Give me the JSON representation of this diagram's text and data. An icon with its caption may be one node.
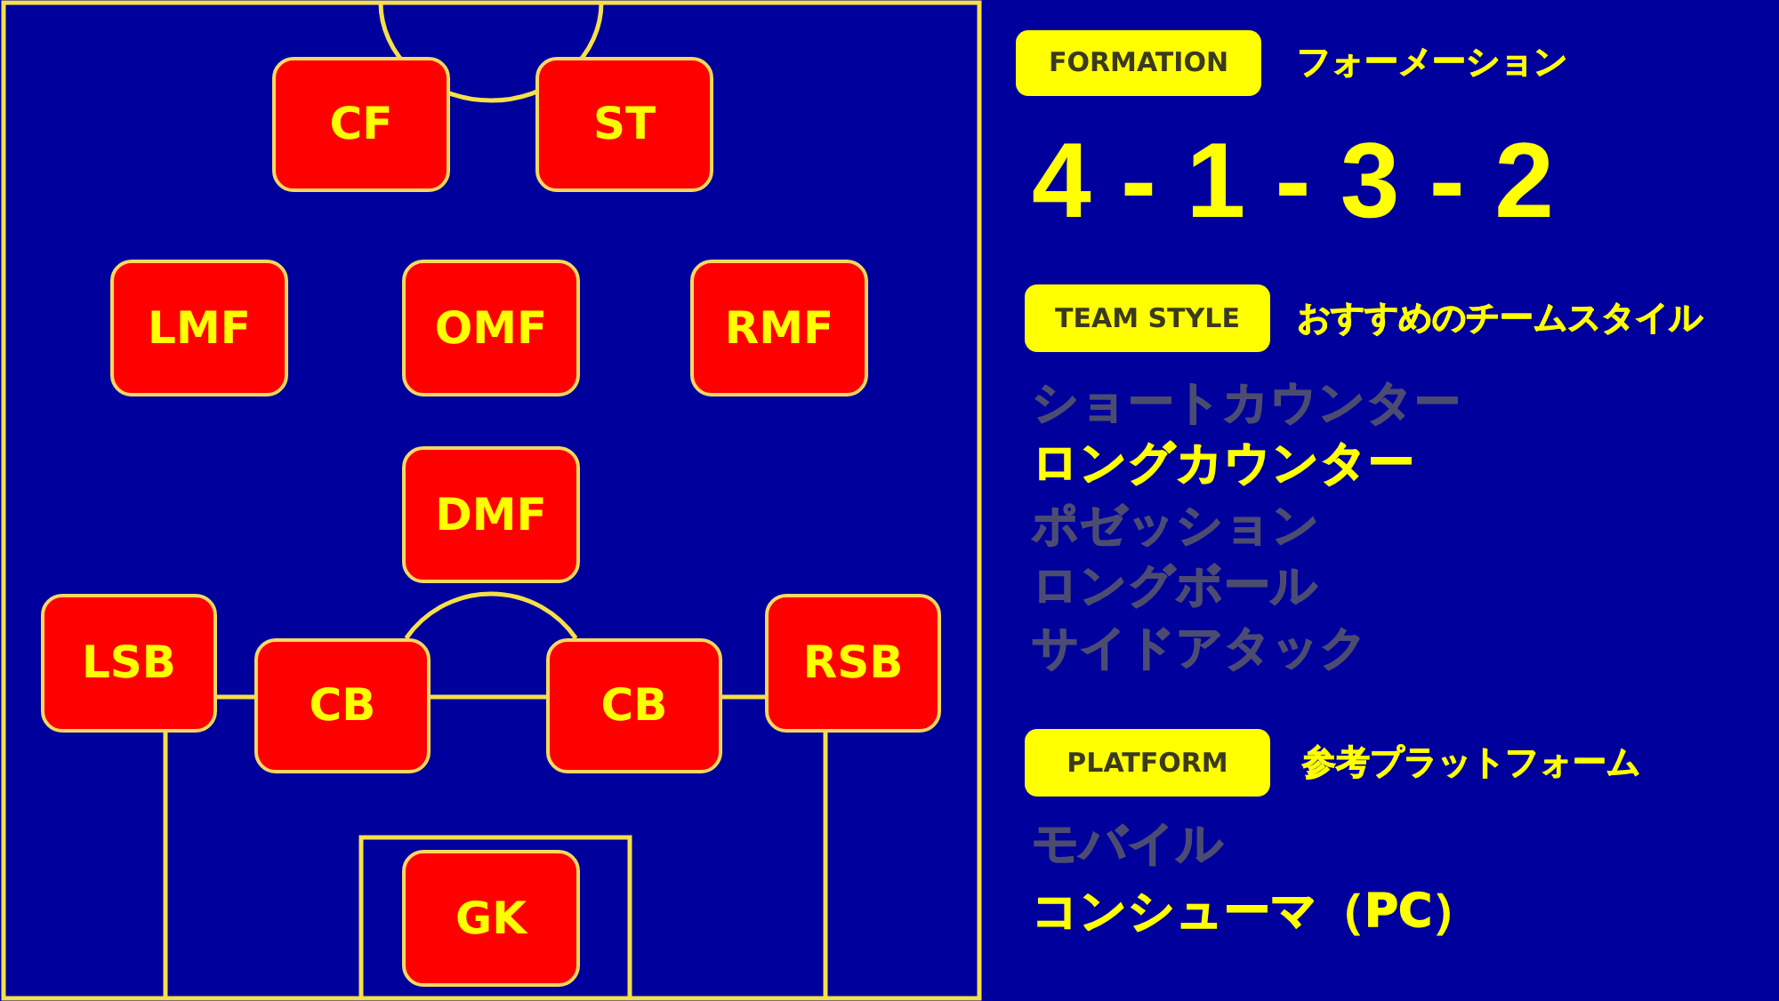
{
  "diagram": {
    "nodes": [
      {
        "text": [
          "CF"
        ]
      },
      {
        "text": [
          "ST"
        ]
      },
      {
        "text": [
          "LMF"
        ]
      },
      {
        "text": [
          "OMF"
        ]
      },
      {
        "text": [
          "RMF"
        ]
      },
      {
        "text": [
          "DMF"
        ]
      },
      {
        "text": [
          "LSB"
        ]
      },
      {
        "text": [
          "CB"
        ]
      },
      {
        "text": [
          "CB"
        ]
      },
      {
        "text": [
          "RSB"
        ]
      },
      {
        "text": [
          "GK"
        ]
      },
      {
        "text": [
          "FORMATION"
        ],
        "beside": [
          "フォーメーション",
          "4 - 1 - 3 - 2"
        ]
      },
      {
        "text": [
          "TEAM STYLE"
        ],
        "beside": [
          "おすすめのチームスタイル",
          "ショートカウンター",
          "ロングカウンター",
          "ポゼッション",
          "ロングボール",
          "サイドアタック"
        ]
      },
      {
        "text": [
          "PLATFORM"
        ],
        "beside": [
          "参考プラットフォーム",
          "モバイル",
          "コンシューマ（PC）"
        ]
      }
    ]
  }
}
